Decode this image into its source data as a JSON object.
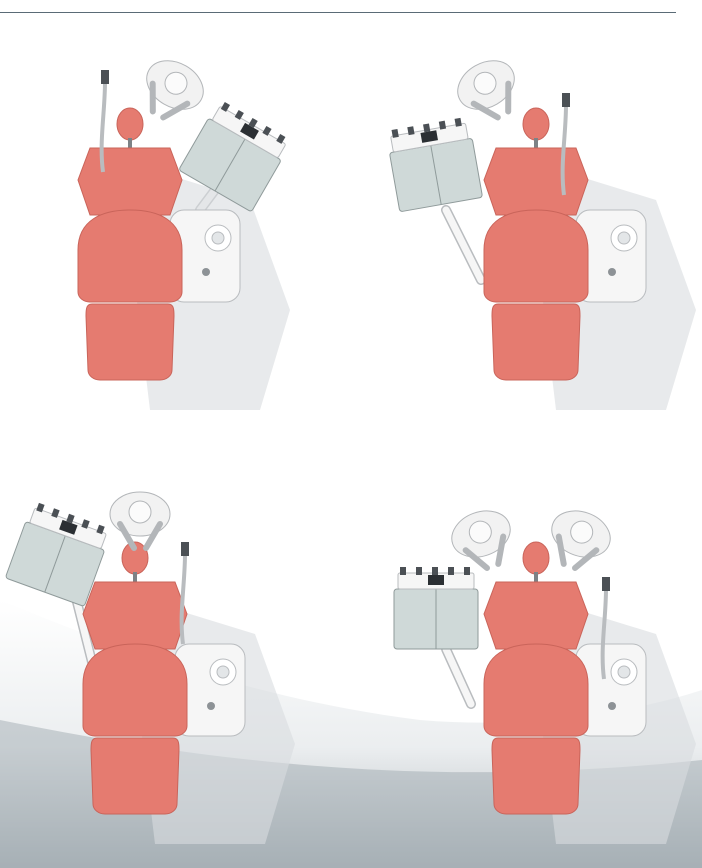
{
  "page": {
    "background": "#ffffff",
    "rule_color": "#5a6b76"
  },
  "colors": {
    "upholstery": "#e57b70",
    "upholstery_stroke": "#c9645a",
    "metal": "#f6f6f6",
    "metal_stroke": "#b9bcbf",
    "tray_panel": "#cfd9d8",
    "shadow": "#d9dcdf",
    "dentist": "#f2f2f2",
    "floor_gradient_top": "#ffffff",
    "floor_gradient_bottom": "#aab3b8"
  },
  "figures": [
    {
      "id": "configuration-1",
      "instrument_tray_side": "right",
      "operator_count": 1
    },
    {
      "id": "configuration-2",
      "instrument_tray_side": "left",
      "operator_count": 1
    },
    {
      "id": "configuration-3",
      "instrument_tray_side": "left",
      "operator_count": 1
    },
    {
      "id": "configuration-4",
      "instrument_tray_side": "left",
      "operator_count": 2
    }
  ]
}
